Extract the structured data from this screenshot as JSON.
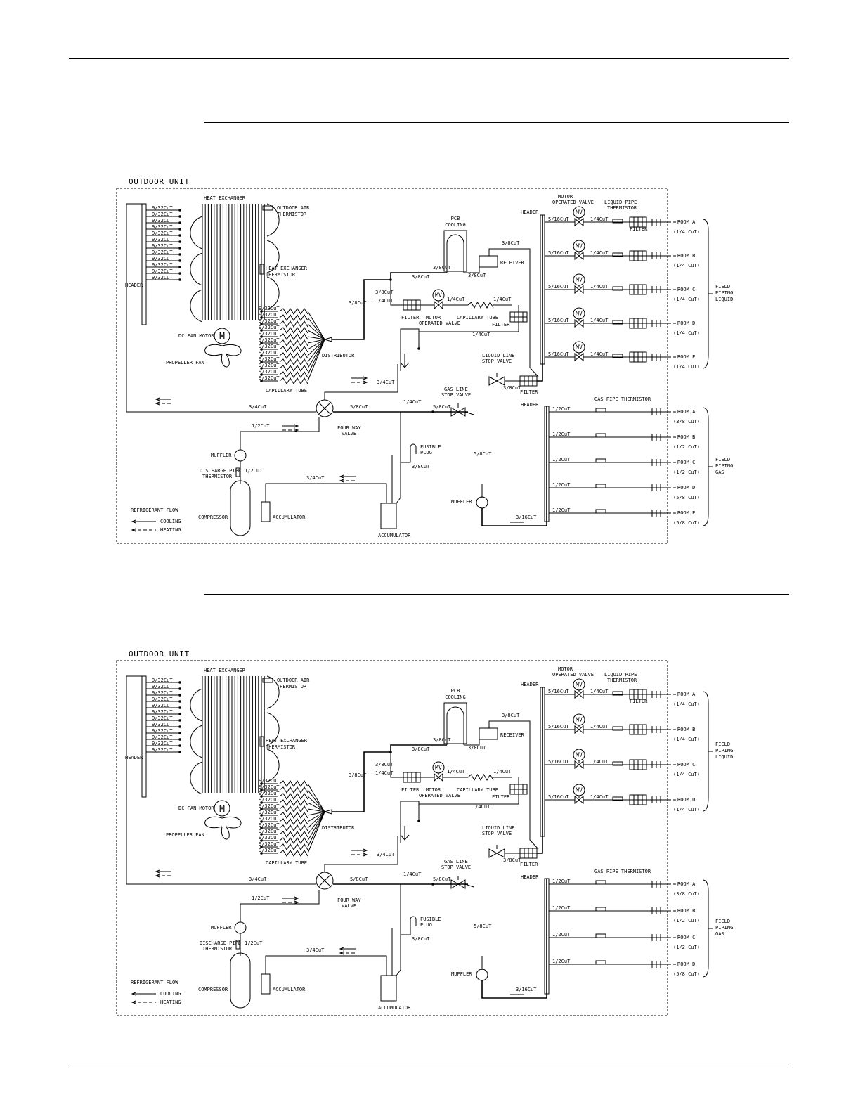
{
  "panels": [
    {
      "title": "OUTDOOR UNIT",
      "hx_tubes": [
        "9/32CuT",
        "9/32CuT",
        "9/32CuT",
        "9/32CuT",
        "9/32CuT",
        "9/32CuT",
        "9/32CuT",
        "9/32CuT",
        "9/32CuT",
        "9/32CuT",
        "9/32CuT",
        "9/32CuT"
      ],
      "cap_tubes": [
        "9/32CuT",
        "9/32CuT",
        "9/32CuT",
        "9/32CuT",
        "9/32CuT",
        "9/32CuT",
        "9/32CuT",
        "9/32CuT",
        "9/32CuT",
        "9/32CuT",
        "9/32CuT",
        "9/32CuT"
      ],
      "labels": {
        "heat_exchanger": "HEAT EXCHANGER",
        "outdoor_air_1": "OUTDOOR AIR",
        "outdoor_air_2": "THERMISTOR",
        "hx_therm_1": "HEAT EXCHANGER",
        "hx_therm_2": "THERMISTOR",
        "header_left": "HEADER",
        "fan_motor": "DC FAN MOTOR",
        "motor_symbol": "M",
        "propeller_fan": "PROPELLER FAN",
        "distributor": "DISTRIBUTOR",
        "capillary_tube": "CAPILLARY TUBE",
        "pcb_1": "PCB",
        "pcb_2": "COOLING",
        "pipe_38_a": "3/8CuT",
        "pipe_38_b": "3/8CuT",
        "pipe_38_c": "3/8CuT",
        "pipe_38_d": "3/8CuT",
        "pipe_38_e": "3/8CuT",
        "pipe_14_a": "1/4CuT",
        "pipe_14_b": "1/4CuT",
        "pipe_14_c": "1/4CuT",
        "pipe_14_d": "1/4CuT",
        "pipe_14_e": "1/4CuT",
        "receiver": "RECEIVER",
        "filter_a": "FILTER",
        "filter_b": "FILTER",
        "filter_c": "FILTER",
        "mv": "MV",
        "mov_1": "MOTOR",
        "mov_2": "OPERATED VALVE",
        "cap_tube_2": "CAPILLARY TUBE",
        "liquid_stop_1": "LIQUID LINE",
        "liquid_stop_2": "STOP VALVE",
        "gas_stop_1": "GAS LINE",
        "gas_stop_2": "STOP VALVE",
        "pipe_34_a": "3/4CuT",
        "pipe_34_b": "3/4CuT",
        "pipe_34_c": "3/4CuT",
        "pipe_58_a": "5/8CuT",
        "pipe_58_b": "5/8CuT",
        "pipe_58_c": "5/8CuT",
        "pipe_12_a": "1/2CuT",
        "pipe_12_b": "1/2CuT",
        "pipe_316": "3/16CuT",
        "four_way_1": "FOUR WAY",
        "four_way_2": "VALVE",
        "muffler_a": "MUFFLER",
        "muffler_b": "MUFFLER",
        "discharge_1": "DISCHARGE PIPE",
        "discharge_2": "THERMISTOR",
        "fusible_1": "FUSIBLE",
        "fusible_2": "PLUG",
        "compressor": "COMPRESSOR",
        "accumulator_a": "ACCUMULATOR",
        "accumulator_b": "ACCUMULATOR",
        "refrigerant_flow": "REFRIGERANT FLOW",
        "cooling": "COOLING",
        "heating": "HEATING",
        "header_liquid": "HEADER",
        "header_gas": "HEADER",
        "liquid_therm_1": "LIQUID PIPE",
        "liquid_therm_2": "THERMISTOR",
        "gas_therm": "GAS PIPE THERMISTOR",
        "field_liquid_1": "FIELD",
        "field_liquid_2": "PIPING",
        "field_liquid_3": "LIQUID",
        "field_gas_1": "FIELD",
        "field_gas_2": "PIPING",
        "field_gas_3": "GAS"
      },
      "liquid_rooms": [
        {
          "pipe": "5/16CuT",
          "pipe2": "1/4CuT",
          "room": "ROOM A",
          "size": "(1/4 CuT)"
        },
        {
          "pipe": "5/16CuT",
          "pipe2": "1/4CuT",
          "room": "ROOM B",
          "size": "(1/4 CuT)"
        },
        {
          "pipe": "5/16CuT",
          "pipe2": "1/4CuT",
          "room": "ROOM C",
          "size": "(1/4 CuT)"
        },
        {
          "pipe": "5/16CuT",
          "pipe2": "1/4CuT",
          "room": "ROOM D",
          "size": "(1/4 CuT)"
        },
        {
          "pipe": "5/16CuT",
          "pipe2": "1/4CuT",
          "room": "ROOM E",
          "size": "(1/4 CuT)"
        }
      ],
      "gas_rooms": [
        {
          "pipe": "1/2CuT",
          "room": "ROOM A",
          "size": "(3/8 CuT)"
        },
        {
          "pipe": "1/2CuT",
          "room": "ROOM B",
          "size": "(1/2 CuT)"
        },
        {
          "pipe": "1/2CuT",
          "room": "ROOM C",
          "size": "(1/2 CuT)"
        },
        {
          "pipe": "1/2CuT",
          "room": "ROOM D",
          "size": "(5/8 CuT)"
        },
        {
          "pipe": "1/2CuT",
          "room": "ROOM E",
          "size": "(5/8 CuT)"
        }
      ]
    },
    {
      "title": "OUTDOOR UNIT",
      "hx_tubes": [
        "9/32CuT",
        "9/32CuT",
        "9/32CuT",
        "9/32CuT",
        "9/32CuT",
        "9/32CuT",
        "9/32CuT",
        "9/32CuT",
        "9/32CuT",
        "9/32CuT",
        "9/32CuT",
        "9/32CuT"
      ],
      "cap_tubes": [
        "9/32CuT",
        "9/32CuT",
        "9/32CuT",
        "9/32CuT",
        "9/32CuT",
        "9/32CuT",
        "9/32CuT",
        "9/32CuT",
        "9/32CuT",
        "9/32CuT",
        "9/32CuT",
        "9/32CuT"
      ],
      "labels": {
        "heat_exchanger": "HEAT EXCHANGER",
        "outdoor_air_1": "OUTDOOR AIR",
        "outdoor_air_2": "THERMISTOR",
        "hx_therm_1": "HEAT EXCHANGER",
        "hx_therm_2": "THERMISTOR",
        "header_left": "HEADER",
        "fan_motor": "DC FAN MOTOR",
        "motor_symbol": "M",
        "propeller_fan": "PROPELLER FAN",
        "distributor": "DISTRIBUTOR",
        "capillary_tube": "CAPILLARY TUBE",
        "pcb_1": "PCB",
        "pcb_2": "COOLING",
        "pipe_38_a": "3/8CuT",
        "pipe_38_b": "3/8CuT",
        "pipe_38_c": "3/8CuT",
        "pipe_38_d": "3/8CuT",
        "pipe_38_e": "3/8CuT",
        "pipe_14_a": "1/4CuT",
        "pipe_14_b": "1/4CuT",
        "pipe_14_c": "1/4CuT",
        "pipe_14_d": "1/4CuT",
        "pipe_14_e": "1/4CuT",
        "receiver": "RECEIVER",
        "filter_a": "FILTER",
        "filter_b": "FILTER",
        "filter_c": "FILTER",
        "mv": "MV",
        "mov_1": "MOTOR",
        "mov_2": "OPERATED VALVE",
        "cap_tube_2": "CAPILLARY TUBE",
        "liquid_stop_1": "LIQUID LINE",
        "liquid_stop_2": "STOP VALVE",
        "gas_stop_1": "GAS LINE",
        "gas_stop_2": "STOP VALVE",
        "pipe_34_a": "3/4CuT",
        "pipe_34_b": "3/4CuT",
        "pipe_34_c": "3/4CuT",
        "pipe_58_a": "5/8CuT",
        "pipe_58_b": "5/8CuT",
        "pipe_58_c": "5/8CuT",
        "pipe_12_a": "1/2CuT",
        "pipe_12_b": "1/2CuT",
        "pipe_316": "3/16CuT",
        "four_way_1": "FOUR WAY",
        "four_way_2": "VALVE",
        "muffler_a": "MUFFLER",
        "muffler_b": "MUFFLER",
        "discharge_1": "DISCHARGE PIPE",
        "discharge_2": "THERMISTOR",
        "fusible_1": "FUSIBLE",
        "fusible_2": "PLUG",
        "compressor": "COMPRESSOR",
        "accumulator_a": "ACCUMULATOR",
        "accumulator_b": "ACCUMULATOR",
        "refrigerant_flow": "REFRIGERANT FLOW",
        "cooling": "COOLING",
        "heating": "HEATING",
        "header_liquid": "HEADER",
        "header_gas": "HEADER",
        "liquid_therm_1": "LIQUID PIPE",
        "liquid_therm_2": "THERMISTOR",
        "gas_therm": "GAS PIPE THERMISTOR",
        "field_liquid_1": "FIELD",
        "field_liquid_2": "PIPING",
        "field_liquid_3": "LIQUID",
        "field_gas_1": "FIELD",
        "field_gas_2": "PIPING",
        "field_gas_3": "GAS"
      },
      "liquid_rooms": [
        {
          "pipe": "5/16CuT",
          "pipe2": "1/4CuT",
          "room": "ROOM A",
          "size": "(1/4 CuT)"
        },
        {
          "pipe": "5/16CuT",
          "pipe2": "1/4CuT",
          "room": "ROOM B",
          "size": "(1/4 CuT)"
        },
        {
          "pipe": "5/16CuT",
          "pipe2": "1/4CuT",
          "room": "ROOM C",
          "size": "(1/4 CuT)"
        },
        {
          "pipe": "5/16CuT",
          "pipe2": "1/4CuT",
          "room": "ROOM D",
          "size": "(1/4 CuT)"
        }
      ],
      "gas_rooms": [
        {
          "pipe": "1/2CuT",
          "room": "ROOM A",
          "size": "(3/8 CuT)"
        },
        {
          "pipe": "1/2CuT",
          "room": "ROOM B",
          "size": "(1/2 CuT)"
        },
        {
          "pipe": "1/2CuT",
          "room": "ROOM C",
          "size": "(1/2 CuT)"
        },
        {
          "pipe": "1/2CuT",
          "room": "ROOM D",
          "size": "(5/8 CuT)"
        }
      ]
    }
  ]
}
